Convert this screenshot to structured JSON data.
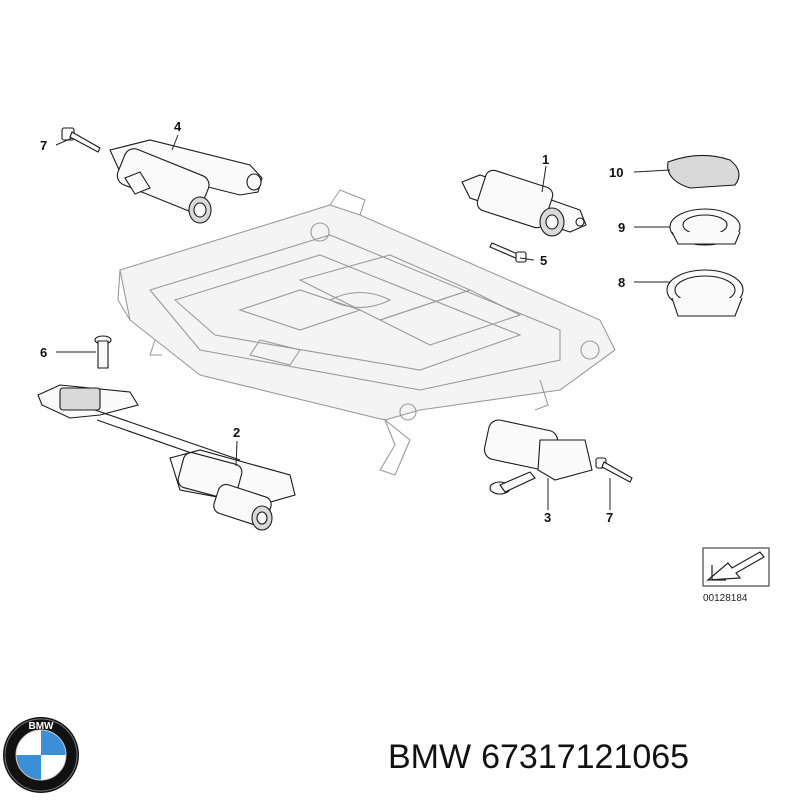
{
  "callouts": {
    "c1": "1",
    "c2": "2",
    "c3": "3",
    "c4": "4",
    "c5": "5",
    "c6": "6",
    "c7a": "7",
    "c7b": "7",
    "c8": "8",
    "c9": "9",
    "c10": "10"
  },
  "diagram_ref": "00128184",
  "caption": {
    "brand": "BMW",
    "part_number": "67317121065"
  },
  "logo": {
    "text": "BMW",
    "colors": {
      "ring": "#111111",
      "blue": "#3b8fd6",
      "white": "#ffffff"
    }
  }
}
